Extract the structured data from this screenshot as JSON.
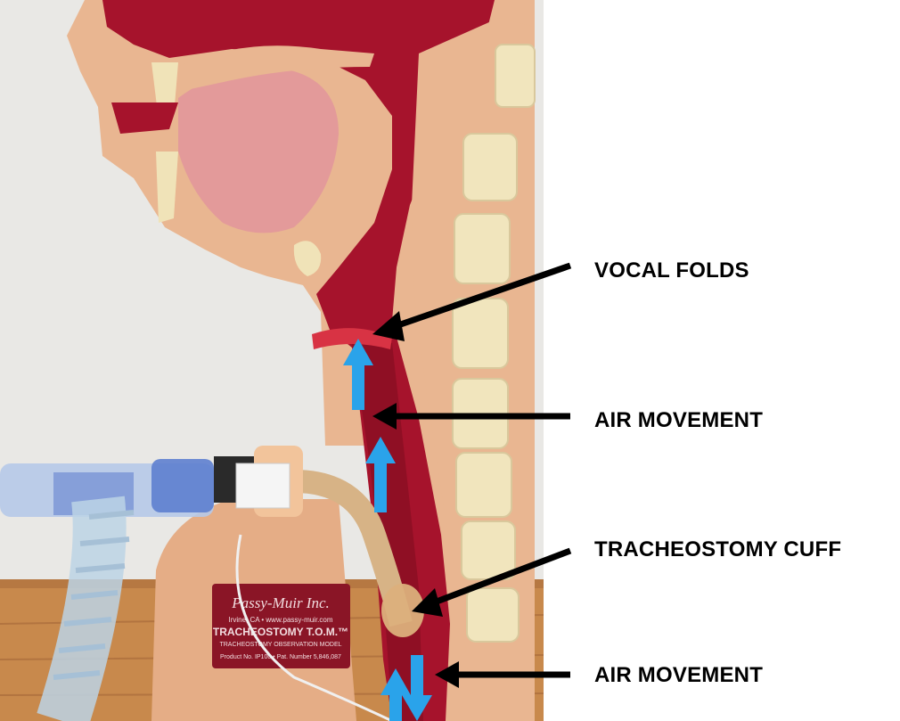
{
  "labels": {
    "vocal_folds": "VOCAL FOLDS",
    "air_movement_upper": "AIR MOVEMENT",
    "tracheostomy_cuff": "TRACHEOSTOMY CUFF",
    "air_movement_lower": "AIR MOVEMENT"
  },
  "plaque": {
    "brand": "Passy-Muir Inc.",
    "address": "Irvine, CA • www.passy-muir.com",
    "model_name": "TRACHEOSTOMY T.O.M.™",
    "model_desc": "TRACHEOSTOMY OBSERVATION MODEL",
    "product": "Product No. IP100 • Pat. Number 5,846,087"
  },
  "colors": {
    "tissue_red": "#a3132b",
    "skin_tan": "#e8b48f",
    "bone_cream": "#f0e4bc",
    "tongue_pink": "#e79a9a",
    "arrow_blue": "#2aa3ea",
    "wall": "#ecebe8",
    "table_wood": "#c98a4f"
  }
}
